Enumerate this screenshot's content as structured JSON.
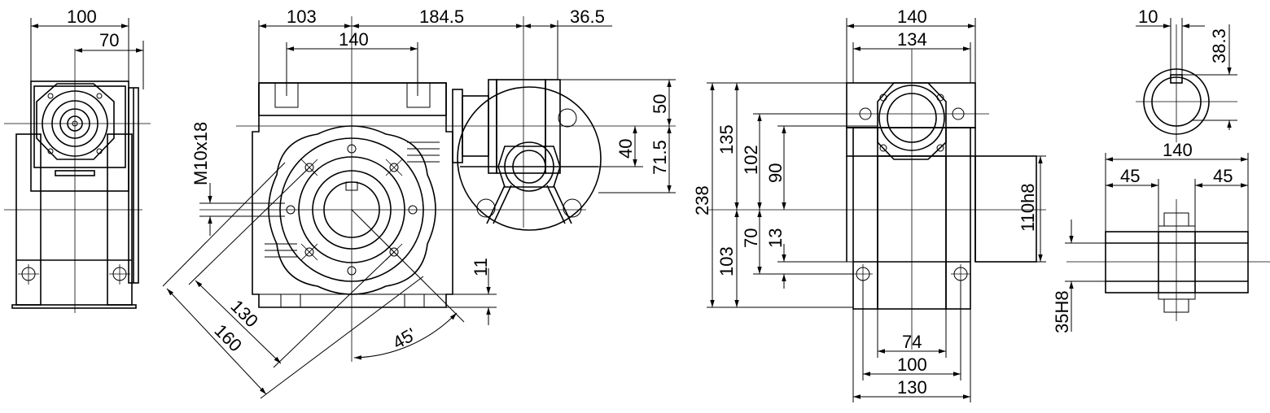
{
  "drawing": {
    "title": "",
    "dimensions": {
      "d100": "100",
      "d70": "70",
      "d103": "103",
      "d140_top": "140",
      "d184_5": "184.5",
      "d36_5": "36.5",
      "d50": "50",
      "d40": "40",
      "d71_5": "71.5",
      "m10x18": "M10x18",
      "d11": "11",
      "d130_diag": "130",
      "d160_diag": "160",
      "d45deg": "45'",
      "d140_front": "140",
      "d134": "134",
      "d238": "238",
      "d135": "135",
      "d102": "102",
      "d90": "90",
      "d103_lower": "103",
      "d70_lower": "70",
      "d13": "13",
      "d110h8": "110h8",
      "d74": "74",
      "d100_bottom": "100",
      "d130_bottom": "130",
      "d10": "10",
      "d38_3": "38.3",
      "d140_shaft": "140",
      "d45_left": "45",
      "d45_right": "45",
      "d35h8": "35H8"
    }
  }
}
